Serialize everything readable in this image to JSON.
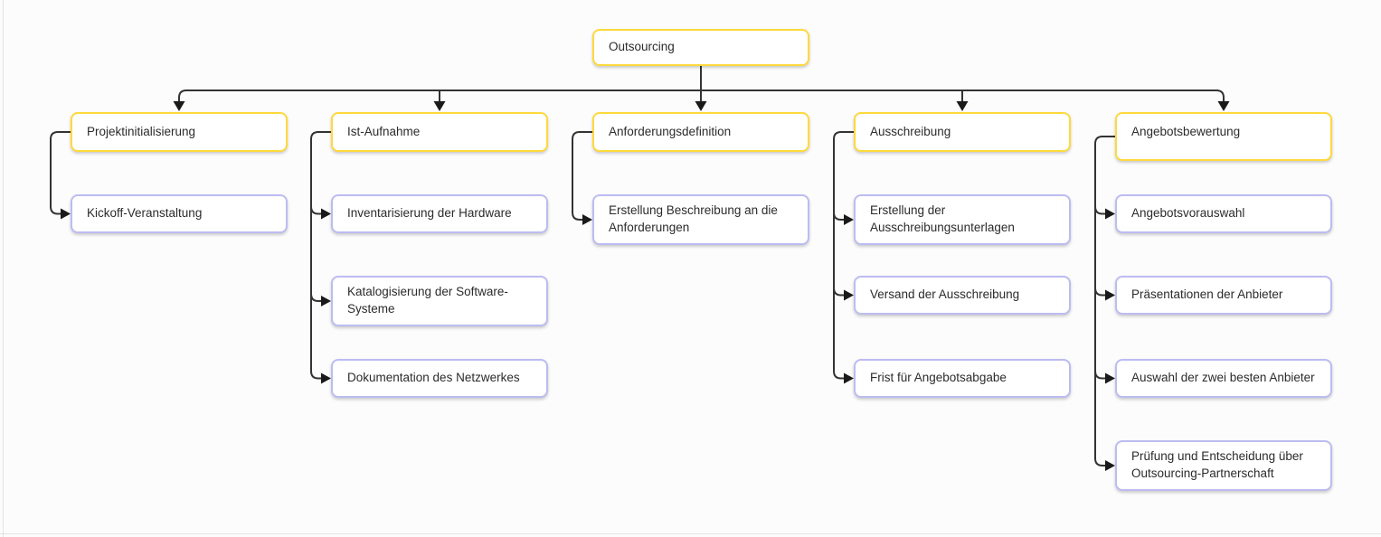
{
  "diagram": {
    "root": {
      "label": "Outsourcing"
    },
    "columns": [
      {
        "header": "Projektinitialisierung",
        "children": [
          "Kickoff-Veranstaltung"
        ]
      },
      {
        "header": "Ist-Aufnahme",
        "children": [
          "Inventarisierung der Hardware",
          "Katalogisierung der Software-Systeme",
          "Dokumentation des Netzwerkes"
        ]
      },
      {
        "header": "Anforderungsdefinition",
        "children": [
          "Erstellung Beschreibung an die Anforderungen"
        ]
      },
      {
        "header": "Ausschreibung",
        "children": [
          "Erstellung der Ausschreibungsunterlagen",
          "Versand der Ausschreibung",
          "Frist für Angebotsabgabe"
        ]
      },
      {
        "header": "Angebotsbewertung",
        "children": [
          "Angebotsvorauswahl",
          "Präsentationen der Anbieter",
          "Auswahl der zwei besten Anbieter",
          "Prüfung und Entscheidung über Outsourcing-Partnerschaft"
        ]
      }
    ],
    "colors": {
      "header_border": "#FFD93C",
      "child_border": "#BCBCF2",
      "line": "#333333",
      "arrow": "#1A1A1A",
      "text": "#2B2B2B",
      "box_bg": "#FFFFFF",
      "canvas_bg": "#FCFCFC"
    }
  }
}
